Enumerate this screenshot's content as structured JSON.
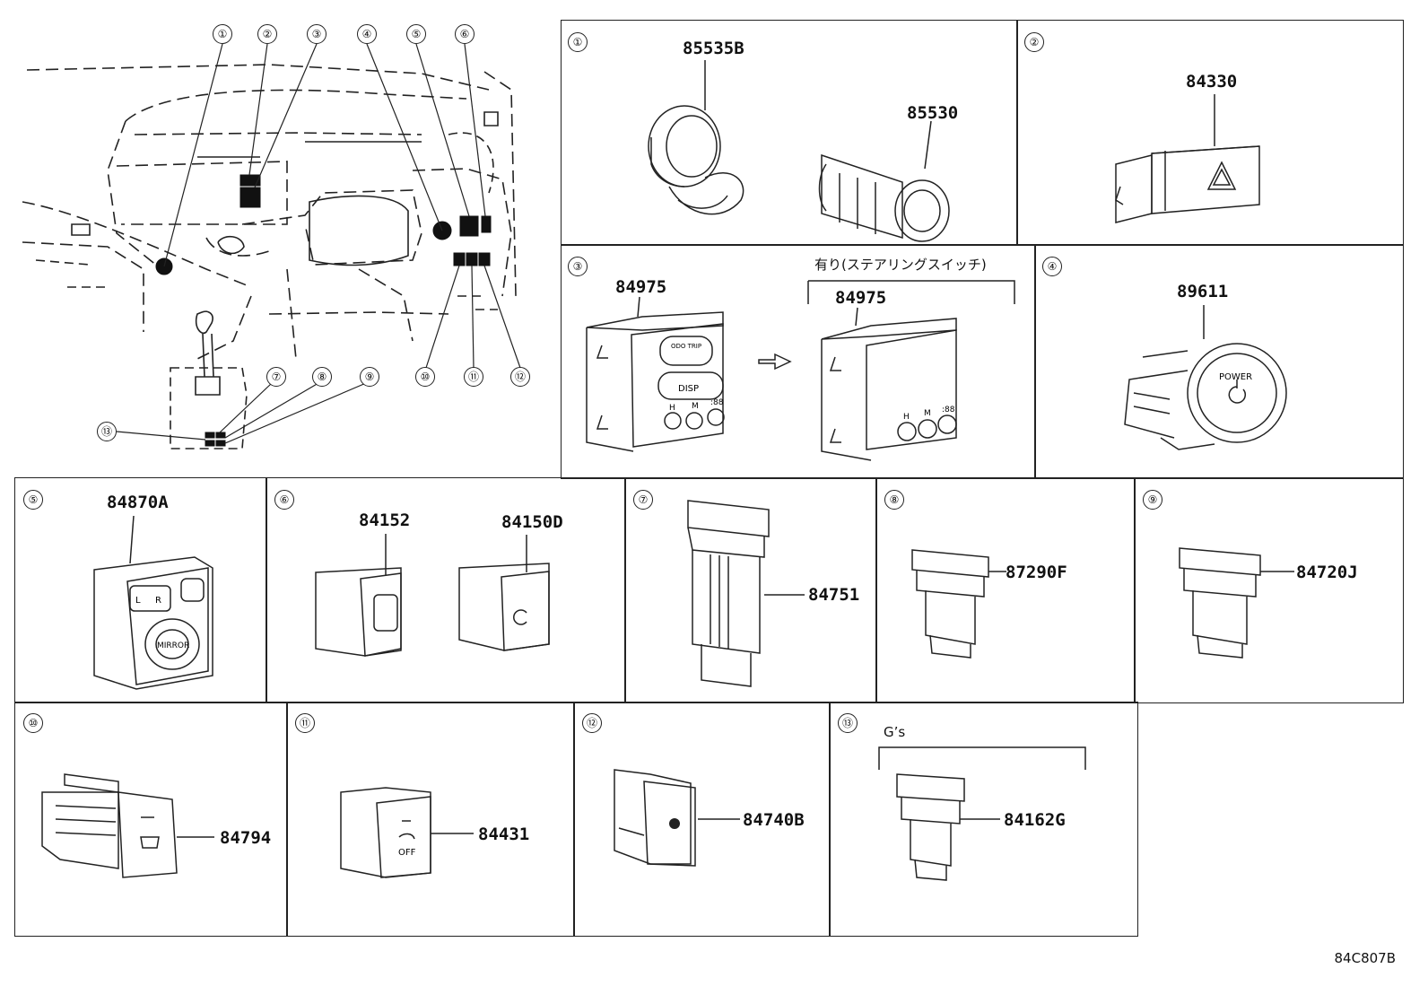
{
  "overview": {
    "callouts": [
      "①",
      "②",
      "③",
      "④",
      "⑤",
      "⑥",
      "⑦",
      "⑧",
      "⑨",
      "⑩",
      "⑪",
      "⑫",
      "⑬"
    ]
  },
  "cells": [
    {
      "num": "①",
      "parts": [
        "85535B",
        "85530"
      ],
      "note": ""
    },
    {
      "num": "②",
      "parts": [
        "84330"
      ],
      "note": ""
    },
    {
      "num": "③",
      "parts": [
        "84975",
        "84975"
      ],
      "note": "有り(ステアリングスイッチ)"
    },
    {
      "num": "④",
      "parts": [
        "89611"
      ],
      "note": ""
    },
    {
      "num": "⑤",
      "parts": [
        "84870A"
      ],
      "note": ""
    },
    {
      "num": "⑥",
      "parts": [
        "84152",
        "84150D"
      ],
      "note": ""
    },
    {
      "num": "⑦",
      "parts": [
        "84751"
      ],
      "note": ""
    },
    {
      "num": "⑧",
      "parts": [
        "87290F"
      ],
      "note": ""
    },
    {
      "num": "⑨",
      "parts": [
        "84720J"
      ],
      "note": ""
    },
    {
      "num": "⑩",
      "parts": [
        "84794"
      ],
      "note": ""
    },
    {
      "num": "⑪",
      "parts": [
        "84431"
      ],
      "note": ""
    },
    {
      "num": "⑫",
      "parts": [
        "84740B"
      ],
      "note": ""
    },
    {
      "num": "⑬",
      "parts": [
        "84162G"
      ],
      "note": "G’s"
    }
  ],
  "switch_labels": {
    "odo_trip": "ODO TRIP",
    "disp": "DISP",
    "h": "H",
    "m": "M",
    "clock": ":88",
    "l": "L",
    "r": "R",
    "mirror": "MIRROR",
    "power": "POWER",
    "off": "OFF"
  },
  "diagram_code": "84C807B"
}
